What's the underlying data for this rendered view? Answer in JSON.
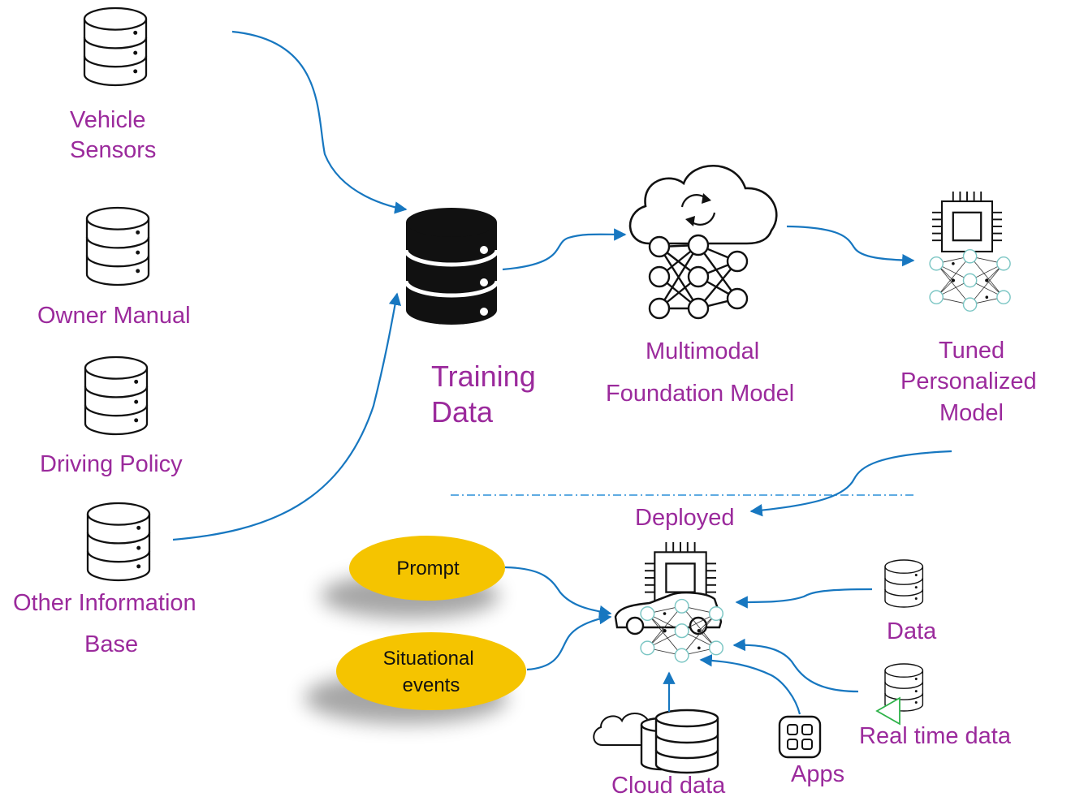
{
  "sources": {
    "vehicle_sensors": [
      "Vehicle",
      "Sensors"
    ],
    "owner_manual": "Owner Manual",
    "driving_policy": "Driving Policy",
    "other_info": [
      "Other Information",
      "Base"
    ]
  },
  "pipeline": {
    "training_data": [
      "Training",
      "Data"
    ],
    "foundation_model": [
      "Multimodal",
      "Foundation Model"
    ],
    "tuned_model": [
      "Tuned",
      "Personalized",
      "Model"
    ]
  },
  "deployment": {
    "deployed": "Deployed",
    "prompt": "Prompt",
    "situational": [
      "Situational",
      "events"
    ],
    "data": "Data",
    "real_time_data": "Real time data",
    "cloud_data": "Cloud data",
    "apps": "Apps"
  },
  "colors": {
    "label": "#9b2a9c",
    "arrow": "#1777c0",
    "ellipse": "#f5c400",
    "neural_teal": "#7cc6c4"
  }
}
